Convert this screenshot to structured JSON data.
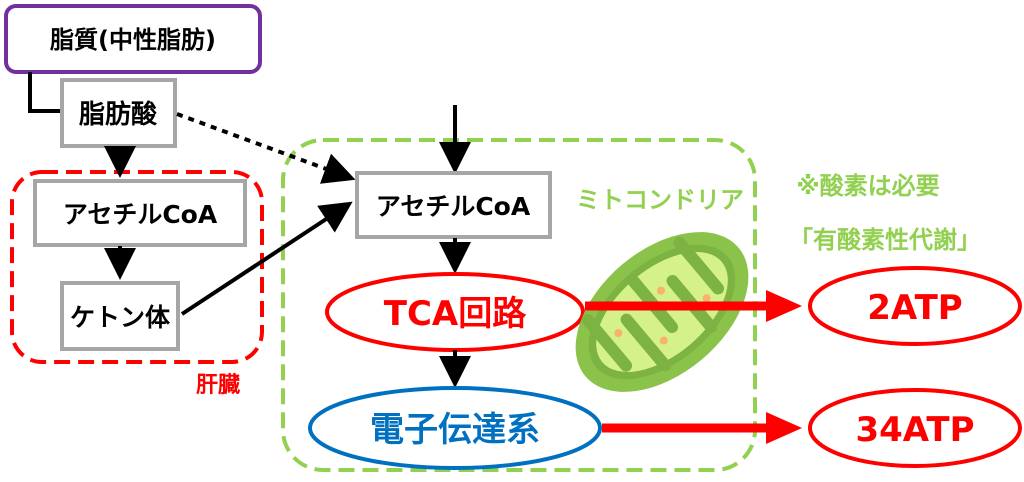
{
  "nodes": {
    "lipid": "脂質(中性脂肪)",
    "fatty_acid": "脂肪酸",
    "acetyl_coa_liver": "アセチルCoA",
    "ketone": "ケトン体",
    "liver_label": "肝臓",
    "acetyl_coa_mito": "アセチルCoA",
    "tca": "TCA回路",
    "etc": "電子伝達系",
    "mito_label": "ミトコンドリア",
    "atp_tca": "2ATP",
    "atp_etc": "34ATP"
  },
  "notes": {
    "oxygen": "※酸素は必要",
    "aerobic": "「有酸素性代謝」"
  },
  "colors": {
    "purple": "#7030a0",
    "gray": "#a6a6a6",
    "red": "#ff0000",
    "green": "#92d050",
    "blue": "#0070c0"
  }
}
